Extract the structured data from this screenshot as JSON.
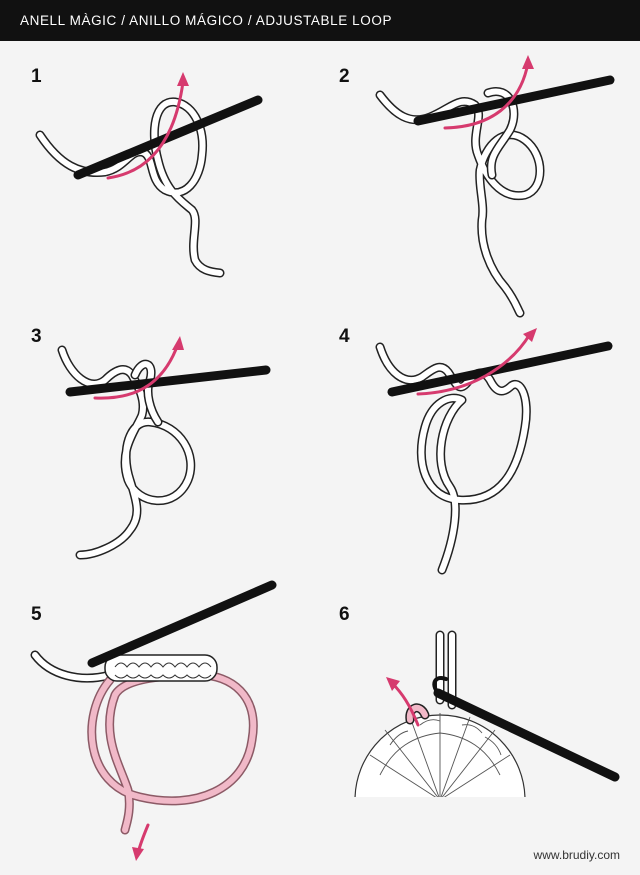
{
  "header": {
    "title": "ANELL MÀGIC / ANILLO MÁGICO / ADJUSTABLE LOOP"
  },
  "steps": [
    {
      "label": "1"
    },
    {
      "label": "2"
    },
    {
      "label": "3"
    },
    {
      "label": "4"
    },
    {
      "label": "5"
    },
    {
      "label": "6"
    }
  ],
  "footer": {
    "credit": "www.brudiy.com"
  },
  "colors": {
    "header_bg": "#111111",
    "arrow": "#d63a6e",
    "hook": "#111111",
    "pink_yarn": "#f1b9c8"
  },
  "icons": [
    "crochet-hook-icon",
    "yarn-loop-icon",
    "direction-arrow-icon"
  ]
}
